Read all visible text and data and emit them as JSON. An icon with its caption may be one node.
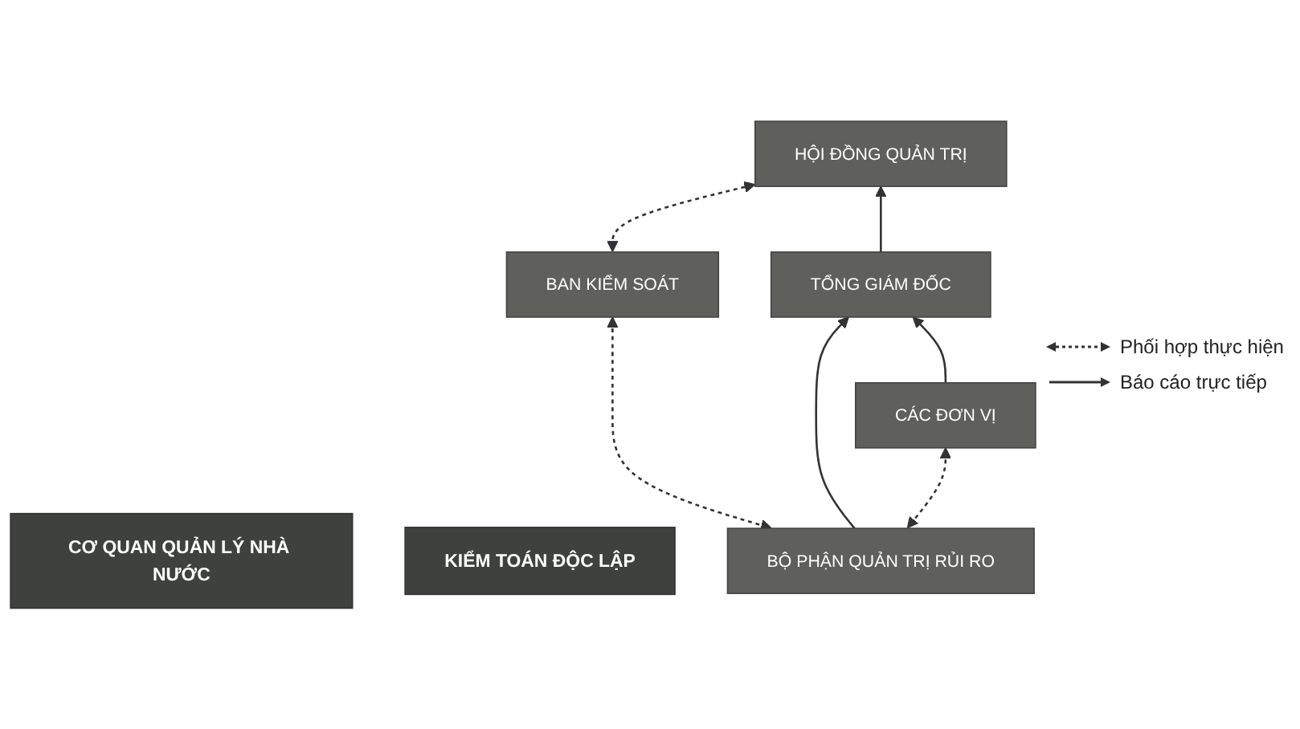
{
  "diagram": {
    "nodes": [
      {
        "text": [
          "CƠ QUAN QUẢN LÝ NHÀ NƯỚC"
        ]
      },
      {
        "text": [
          "KIỂM TOÁN ĐỘC LẬP"
        ]
      },
      {
        "text": [
          "BAN KIỂM SOÁT"
        ]
      },
      {
        "text": [
          "HỘI ĐỒNG QUẢN TRỊ"
        ]
      },
      {
        "text": [
          "TỔNG GIÁM ĐỐC"
        ]
      },
      {
        "text": [
          "BỘ PHẬN QUẢN TRỊ RỦI RO"
        ]
      },
      {
        "text": [
          "CÁC ĐƠN VỊ"
        ]
      }
    ],
    "edges": [
      {
        "from": 2,
        "to": 3,
        "arrow": "both",
        "style": "dashed"
      },
      {
        "from": 4,
        "to": 3,
        "arrow": "to"
      },
      {
        "from": 5,
        "to": 4,
        "arrow": "to"
      },
      {
        "from": 6,
        "to": 4,
        "arrow": "to"
      },
      {
        "from": 5,
        "to": 2,
        "arrow": "both",
        "style": "dashed"
      },
      {
        "from": 5,
        "to": 6,
        "arrow": "both",
        "style": "dashed"
      }
    ],
    "legend": [
      {
        "text": "Phối hợp thực hiện"
      },
      {
        "text": "Báo cáo trực tiếp"
      }
    ]
  }
}
